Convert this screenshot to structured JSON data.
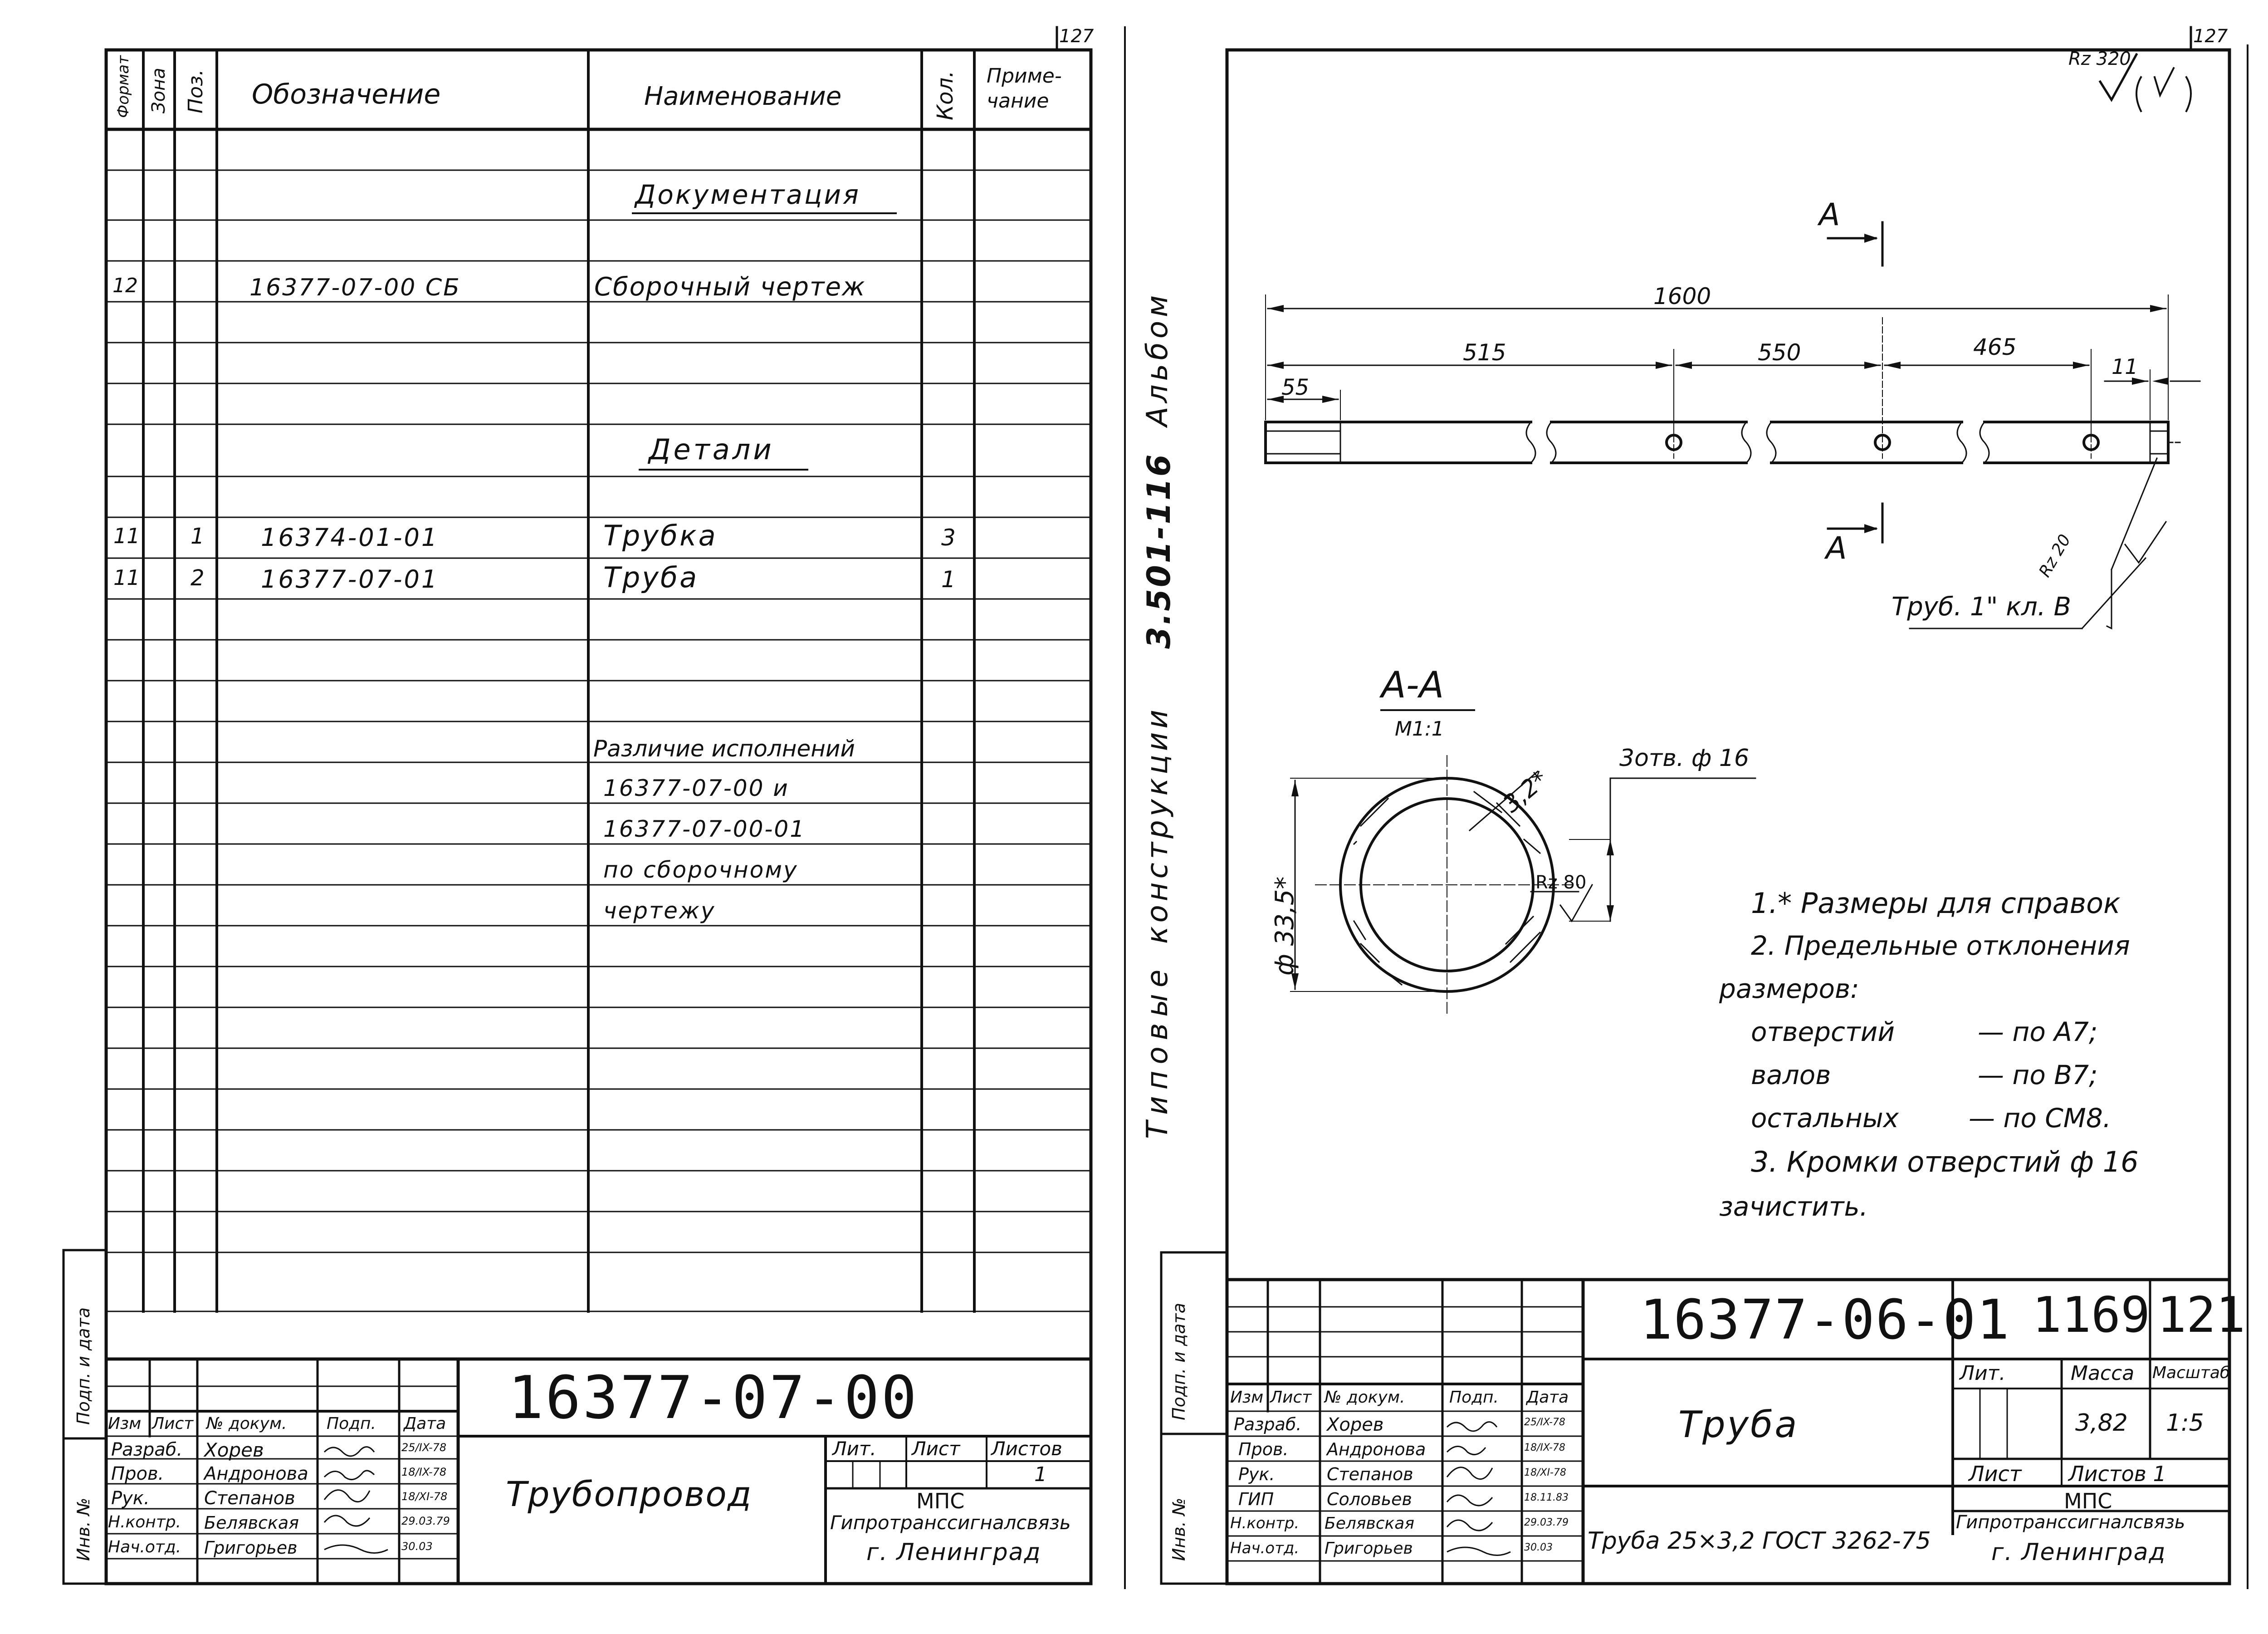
{
  "left_sheet": {
    "top_corner_number": "127",
    "header": {
      "format": "Формат",
      "zone": "Зона",
      "pos": "Поз.",
      "designation": "Обозначение",
      "name": "Наименование",
      "qty": "Кол.",
      "note": "Приме-чание"
    },
    "rows": [
      {
        "format": "",
        "pos": "",
        "designation": "",
        "name": "Документация",
        "qty": ""
      },
      {
        "format": "12",
        "pos": "",
        "designation": "16377-07-00 СБ",
        "name": "Сборочный чертеж",
        "qty": ""
      },
      {
        "format": "",
        "pos": "",
        "designation": "",
        "name": "Детали",
        "qty": ""
      },
      {
        "format": "11",
        "pos": "1",
        "designation": "16374-01-01",
        "name": "Трубка",
        "qty": "3"
      },
      {
        "format": "11",
        "pos": "2",
        "designation": "16377-07-01",
        "name": "Труба",
        "qty": "1"
      }
    ],
    "note_lines": [
      "Различие исполнений",
      "16377-07-00 и",
      "16377-07-00-01",
      "по сборочному",
      "чертежу"
    ],
    "side_labels": {
      "sign_date": "Подп. и дата",
      "inv_no": "Инв. №"
    },
    "title_block": {
      "drawing_no": "16377-07-00",
      "title": "Трубопровод",
      "col_headers": [
        "Изм",
        "Лист",
        "№ докум.",
        "Подп.",
        "Дата"
      ],
      "roles": [
        {
          "role": "Разраб.",
          "name": "Хорев",
          "date": "25/IX-78"
        },
        {
          "role": "Пров.",
          "name": "Андронова",
          "date": "18/IX-78"
        },
        {
          "role": "Рук.",
          "name": "Степанов",
          "date": "18/XI-78"
        },
        {
          "role": "Н.контр.",
          "name": "Белявская",
          "date": "29.03.79"
        },
        {
          "role": "Нач.отд.",
          "name": "Григорьев",
          "date": "30.03"
        }
      ],
      "lit_label": "Лит.",
      "sheet_label": "Лист",
      "sheets_label": "Листов",
      "sheets_value": "1",
      "org1": "МПС",
      "org2": "Гипротранссигналсвязь",
      "org3": "г. Ленинград"
    }
  },
  "vertical_label": {
    "words": [
      "Типовые",
      "конструкции",
      "3.501-116",
      "Альбом"
    ]
  },
  "right_sheet": {
    "top_corner_number": "127",
    "roughness": {
      "rz": "Rz 320"
    },
    "section_mark": "А",
    "dims": {
      "total": "1600",
      "d515": "515",
      "d550": "550",
      "d465": "465",
      "d55": "55",
      "d11": "11"
    },
    "roughness_end": "Rz 20",
    "callout_material": "Труб. 1\" кл. В",
    "section": {
      "title": "А-А",
      "scale": "М1:1",
      "holes": "3отв. ф 16",
      "wall": "3,2*",
      "diameter": "ф 33,5*",
      "rz": "Rz 80"
    },
    "notes": [
      "1.* Размеры для справок",
      "2. Предельные отклонения",
      "размеров:",
      "отверстий",
      "— по А7;",
      "валов",
      "— по В7;",
      "остальных",
      "— по СМ8.",
      "3. Кромки отверстий ф 16",
      "зачистить."
    ],
    "title_block": {
      "drawing_no": "16377-06-01",
      "sheet_code": "1169",
      "page_no": "121",
      "title": "Труба",
      "material": "Труба 25×3,2 ГОСТ 3262-75",
      "col_headers": [
        "Изм",
        "Лист",
        "№ докум.",
        "Подп.",
        "Дата"
      ],
      "roles": [
        {
          "role": "Разраб.",
          "name": "Хорев",
          "date": "25/IX-78"
        },
        {
          "role": "Пров.",
          "name": "Андронова",
          "date": "18/IX-78"
        },
        {
          "role": "Рук.",
          "name": "Степанов",
          "date": "18/XI-78"
        },
        {
          "role": "ГИП",
          "name": "Соловьев",
          "date": "18.11.83"
        },
        {
          "role": "Н.контр.",
          "name": "Белявская",
          "date": "29.03.79"
        },
        {
          "role": "Нач.отд.",
          "name": "Григорьев",
          "date": "30.03"
        }
      ],
      "lit_label": "Лит.",
      "mass_label": "Масса",
      "scale_label": "Масштаб",
      "mass_value": "3,82",
      "scale_value": "1:5",
      "sheet_label": "Лист",
      "sheets_label": "Листов 1",
      "org1": "МПС",
      "org2": "Гипротранссигналсвязь",
      "org3": "г. Ленинград"
    }
  }
}
